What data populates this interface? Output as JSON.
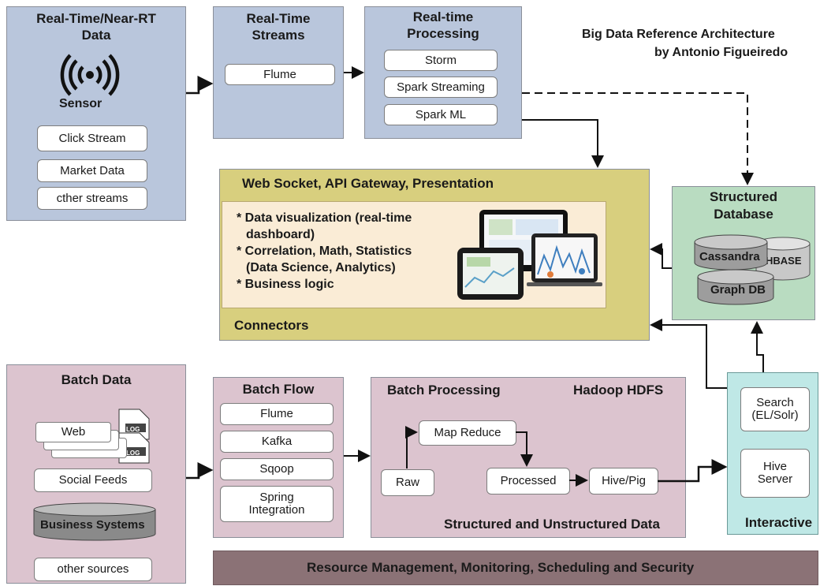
{
  "header": {
    "title_line1": "Big Data Reference Architecture",
    "title_line2": "by Antonio Figueiredo"
  },
  "realtime_data": {
    "title_line1": "Real-Time/Near-RT",
    "title_line2": "Data",
    "sensor_label": "Sensor",
    "items": [
      "Click Stream",
      "Market Data",
      "cther streams"
    ]
  },
  "realtime_streams": {
    "title_line1": "Real-Time",
    "title_line2": "Streams",
    "items": [
      "Flume"
    ]
  },
  "realtime_processing": {
    "title_line1": "Real-time",
    "title_line2": "Processing",
    "items": [
      "Storm",
      "Spark Streaming",
      "Spark ML"
    ]
  },
  "presentation": {
    "header": "Web Socket, API Gateway, Presentation",
    "bullets": [
      "* Data visualization (real-time",
      "   dashboard)",
      "* Correlation, Math, Statistics",
      "   (Data Science, Analytics)",
      "* Business logic"
    ],
    "footer": "Connectors"
  },
  "structured_db": {
    "title_line1": "Structured",
    "title_line2": "Database",
    "items": [
      "Cassandra",
      "HBASE",
      "Graph DB"
    ]
  },
  "batch_data": {
    "title": "Batch Data",
    "web_label": "Web",
    "log_label": "LOG",
    "items": [
      "Social Feeds",
      "Business Systems",
      "other sources"
    ]
  },
  "batch_flow": {
    "title": "Batch Flow",
    "items": [
      "Flume",
      "Kafka",
      "Sqoop",
      "Spring Integration"
    ]
  },
  "batch_processing": {
    "title": "Batch Processing",
    "subtitle": "Hadoop HDFS",
    "footer": "Structured and Unstructured Data",
    "nodes": {
      "raw": "Raw",
      "map_reduce": "Map Reduce",
      "processed": "Processed",
      "hive_pig": "Hive/Pig"
    }
  },
  "interactive": {
    "title": "Interactive",
    "items": [
      "Search (EL/Solr)",
      "Hive Server"
    ]
  },
  "resource_bar": {
    "label": "Resource Management, Monitoring, Scheduling and Security"
  }
}
